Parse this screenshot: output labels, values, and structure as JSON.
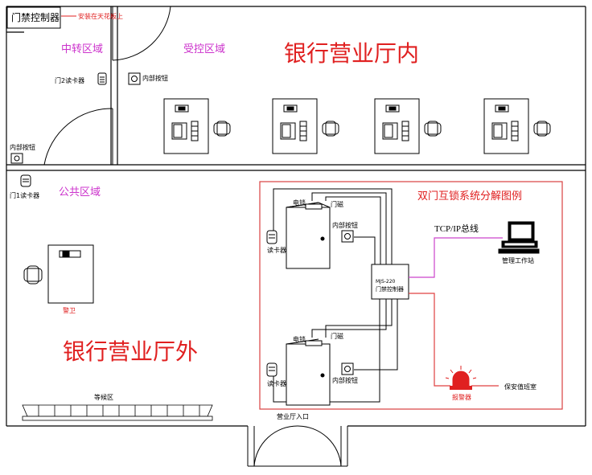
{
  "labels": {
    "controller_box": "门禁控制器",
    "controller_note": "安装在天花板上",
    "zone_transfer": "中转区域",
    "zone_controlled": "受控区域",
    "bank_inside": "银行营业厅内",
    "reader_door2": "门2读卡器",
    "internal_button_top": "内部按钮",
    "internal_button_left": "内部按钮",
    "zone_public": "公共区域",
    "reader_door1": "门1读卡器",
    "guard": "警卫",
    "bank_outside": "银行营业厅外",
    "waiting_area": "等候区",
    "hall_entrance": "营业厅入口"
  },
  "legend": {
    "title": "双门互锁系统分解图例",
    "lock_top": "电锁",
    "sensor_top": "门磁",
    "button_top": "内部按钮",
    "reader_top": "读卡器",
    "bus": "TCP/IP总线",
    "workstation": "管理工作站",
    "controller_line1": "MJS-220",
    "controller_line2": "门禁控制器",
    "lock_bottom": "电锁",
    "sensor_bottom": "门磁",
    "reader_bottom": "读卡器",
    "button_bottom": "内部按钮",
    "alarm": "报警器",
    "alarm_target": "保安值班室"
  },
  "colors": {
    "wall": "#000000",
    "red_text": "#e02020",
    "zone_text": "#cc33cc",
    "legend_border": "#d84040",
    "bus_line": "#cc44cc",
    "alarm_line": "#e04040"
  }
}
